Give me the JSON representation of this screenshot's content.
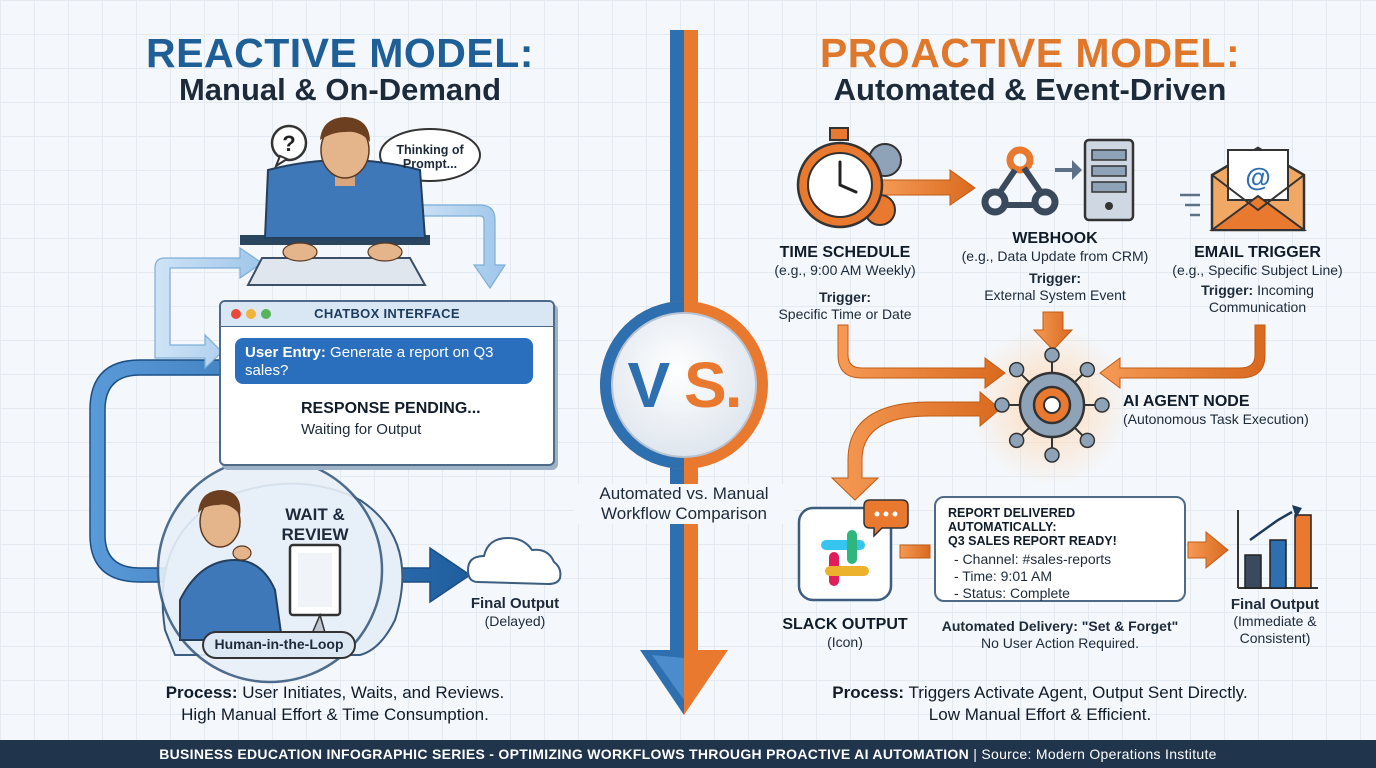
{
  "reactive": {
    "title": "REACTIVE MODEL:",
    "subtitle": "Manual & On-Demand",
    "thought_bubble": "Thinking of Prompt...",
    "chatbox_title": "CHATBOX INTERFACE",
    "user_entry_label": "User Entry:",
    "user_entry_text": "Generate a report on Q3 sales?",
    "response_title": "RESPONSE PENDING...",
    "response_sub": "Waiting for Output",
    "wait_review": "WAIT & REVIEW",
    "human_loop": "Human-in-the-Loop",
    "final_output": "Final Output",
    "final_output_note": "(Delayed)",
    "process_label": "Process:",
    "process_line1": "User Initiates, Waits, and Reviews.",
    "process_line2": "High Manual Effort & Time Consumption."
  },
  "center": {
    "vs": "VS.",
    "caption_line1": "Automated vs. Manual",
    "caption_line2": "Workflow Comparison"
  },
  "proactive": {
    "title": "PROACTIVE MODEL:",
    "subtitle": "Automated & Event-Driven",
    "time": {
      "title": "TIME SCHEDULE",
      "example": "(e.g., 9:00 AM Weekly)",
      "trigger_label": "Trigger:",
      "trigger_text": "Specific Time or Date"
    },
    "webhook": {
      "title": "WEBHOOK",
      "example": "(e.g., Data Update from CRM)",
      "trigger_label": "Trigger:",
      "trigger_text": "External System Event"
    },
    "email": {
      "title": "EMAIL TRIGGER",
      "example": "(e.g., Specific Subject Line)",
      "trigger_label": "Trigger:",
      "trigger_text1": "Incoming",
      "trigger_text2": "Communication"
    },
    "agent_title": "AI AGENT NODE",
    "agent_sub": "(Autonomous Task Execution)",
    "slack_title": "SLACK OUTPUT",
    "slack_sub": "(Icon)",
    "message": {
      "line1": "REPORT DELIVERED AUTOMATICALLY:",
      "line2": "Q3 SALES REPORT READY!",
      "items": [
        "- Channel: #sales-reports",
        "- Time: 9:01 AM",
        "- Status: Complete"
      ]
    },
    "delivery_line1": "Automated Delivery: \"Set & Forget\"",
    "delivery_line2": "No User Action Required.",
    "final_output": "Final Output",
    "final_output_note1": "(Immediate &",
    "final_output_note2": "Consistent)",
    "process_label": "Process:",
    "process_line1": "Triggers Activate Agent, Output Sent Directly.",
    "process_line2": "Low Manual Effort & Efficient."
  },
  "footer": {
    "main": "BUSINESS EDUCATION INFOGRAPHIC SERIES - OPTIMIZING WORKFLOWS THROUGH PROACTIVE AI AUTOMATION",
    "separator": "|",
    "source": "Source: Modern Operations Institute"
  },
  "colors": {
    "blue": "#2a6fbd",
    "orange": "#e8792f",
    "navy": "#20344c"
  }
}
